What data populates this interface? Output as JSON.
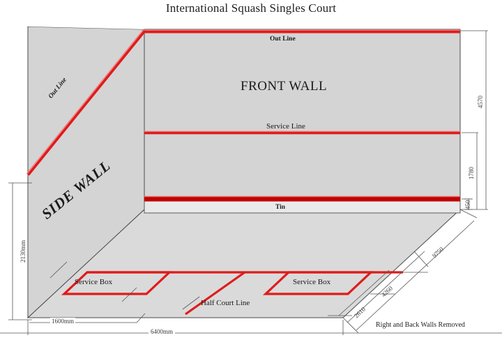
{
  "title": "International Squash Singles Court",
  "caption": "Right and Back Walls Removed",
  "colors": {
    "wall_fill": "#d4d4d4",
    "floor_fill": "#dadada",
    "tin_fill": "#e9e9e9",
    "line_red": "#e01b1b",
    "line_red_dark": "#c00000",
    "outline": "#4a4a4a",
    "dim_line": "#555555"
  },
  "walls": {
    "front_wall_label": "FRONT WALL",
    "side_wall_label": "SIDE WALL"
  },
  "court_lines": {
    "out_line_front": "Out Line",
    "out_line_side": "Out Line",
    "service_line": "Service Line",
    "tin": "Tin",
    "service_box_left": "Service Box",
    "service_box_right": "Service Box",
    "half_court_line": "Half Court Line"
  },
  "dimensions": {
    "front_wall_height": "4570",
    "service_line_height": "1780",
    "tin_height": "450",
    "side_wall_back_height": "2130mm",
    "service_box_width": "1600mm",
    "court_width": "6400mm",
    "court_length": "9750",
    "short_line_distance": "4260",
    "back_of_service_box": "2610"
  },
  "chart_data": {
    "type": "diagram",
    "title": "International Squash Singles Court",
    "view": "3D perspective, right and back walls removed",
    "measurements_mm": {
      "court_width": 6400,
      "court_length": 9750,
      "front_wall_out_line_height": 4570,
      "service_line_height": 1780,
      "tin_height": 450,
      "back_wall_out_line_height": 2130,
      "short_line_from_front_wall": 4260,
      "service_box_side": 1600,
      "back_of_service_box_from_back": 2610
    },
    "labels": [
      "FRONT WALL",
      "SIDE WALL",
      "Out Line",
      "Service Line",
      "Tin",
      "Service Box",
      "Half Court Line"
    ]
  }
}
